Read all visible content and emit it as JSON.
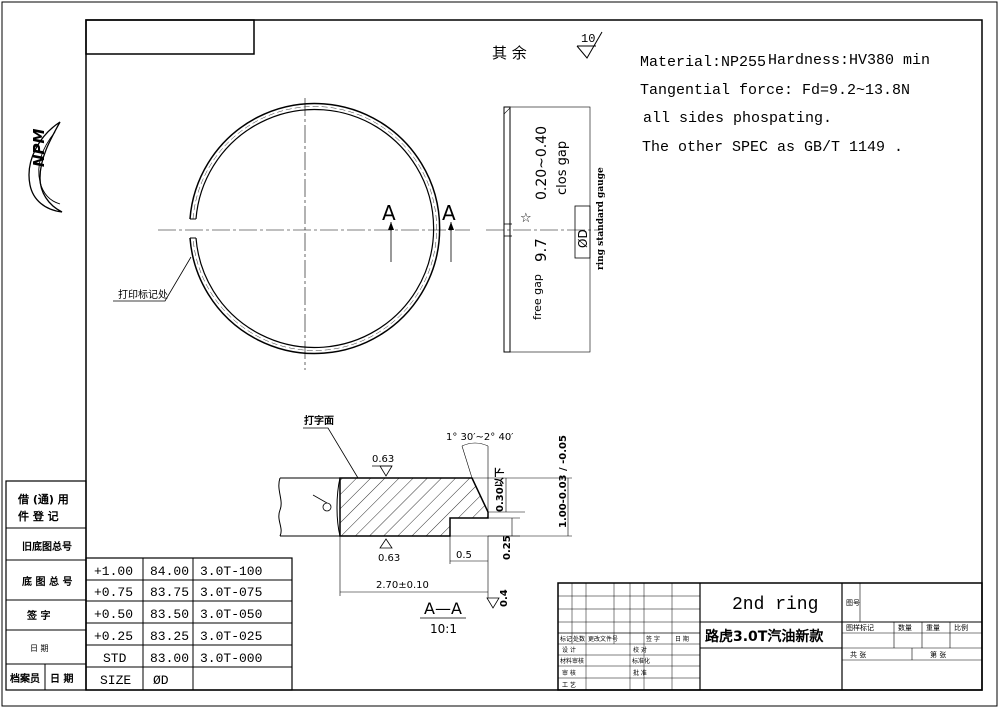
{
  "roughness": {
    "other_label": "其  余",
    "value": "10"
  },
  "spec_lines": {
    "material": "Material:NP255",
    "hardness": "Hardness:HV380 min",
    "force": "Tangential force: Fd=9.2~13.8N",
    "phosphating": "all sides phospating.",
    "other": "The other SPEC as GB/T 1149 ."
  },
  "logo_text": "NPM",
  "ring_labels": {
    "marking_position": "打印标记处",
    "section_mark_left": "A",
    "section_mark_right": "A",
    "close_gap_value": "0.20~0.40",
    "close_gap_label": "clos gap",
    "free_gap_label": "free gap",
    "free_gap_value": "9.7",
    "diameter": "ØD",
    "star": "☆",
    "gauge_label": "ring standard gauge"
  },
  "section": {
    "marking_face": "打字面",
    "roughness_top": "0.63",
    "roughness_bottom": "0.63",
    "angle": "1° 30′~2° 40′",
    "dim_030": "0.30以下",
    "dim_height": "1.00-0.03 / -0.05",
    "dim_05": "0.5",
    "dim_025": "0.25",
    "dim_width": "2.70±0.10",
    "dim_04": "0.4",
    "title": "A—A",
    "scale": "10:1"
  },
  "left_panel": {
    "borrow": "借 (通) 用",
    "register": "件 登 记",
    "old_drawing": "旧底图总号",
    "base_drawing": "底 图 总 号",
    "signature": "签    字",
    "date": "日    期",
    "archivist": "档案员",
    "date2": "日  期"
  },
  "size_table": {
    "rows": [
      {
        "oversize": "+1.00",
        "dia": "84.00",
        "code": "3.0T-100"
      },
      {
        "oversize": "+0.75",
        "dia": "83.75",
        "code": "3.0T-075"
      },
      {
        "oversize": "+0.50",
        "dia": "83.50",
        "code": "3.0T-050"
      },
      {
        "oversize": "+0.25",
        "dia": "83.25",
        "code": "3.0T-025"
      },
      {
        "oversize": "STD",
        "dia": "83.00",
        "code": "3.0T-000"
      }
    ],
    "footer": {
      "size": "SIZE",
      "dia": "ØD"
    }
  },
  "title_block": {
    "part_name": "2nd ring",
    "product": "路虎3.0T汽油新款",
    "drawing_no_label": "图号",
    "stage_label": "图样标记",
    "weight_label": "数量",
    "mass_label": "重量",
    "scale_label": "比例",
    "sheet_total": "共    张",
    "sheet_no": "第    张",
    "rev_headers": [
      "标记",
      "处数",
      "更改文件号",
      "签 字",
      "日 期"
    ],
    "sign_rows": [
      "设 计",
      "材料审核",
      "审 核",
      "工 艺"
    ],
    "sign_right": [
      "校 对",
      "标准化",
      "批 准"
    ]
  }
}
